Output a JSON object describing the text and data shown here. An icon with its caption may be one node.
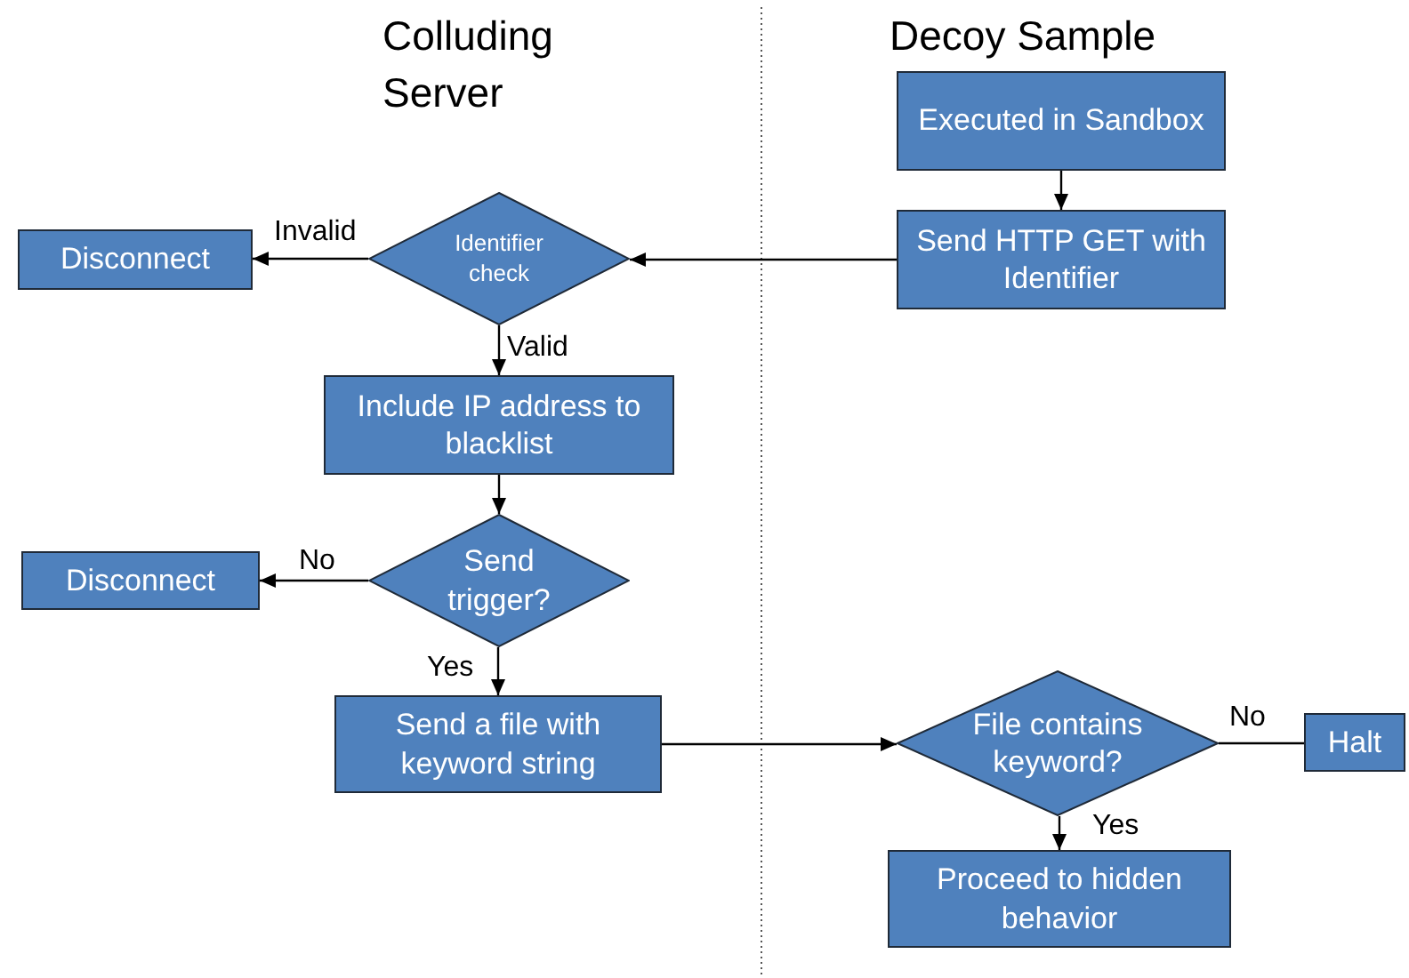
{
  "diagram": {
    "nodes": [
      {
        "text": [
          "Executed in Sandbox"
        ]
      },
      {
        "text": [
          "Send HTTP GET with Identifier"
        ]
      },
      {
        "text": [
          "Identifier check"
        ]
      },
      {
        "text": [
          "Disconnect"
        ]
      },
      {
        "text": [
          "Include IP address to blacklist"
        ]
      },
      {
        "text": [
          "Send trigger?"
        ]
      },
      {
        "text": [
          "Disconnect"
        ]
      },
      {
        "text": [
          "Send a file with keyword string"
        ]
      },
      {
        "text": [
          "File contains keyword?"
        ]
      },
      {
        "text": [
          "Halt"
        ]
      },
      {
        "text": [
          "Proceed to hidden behavior"
        ]
      }
    ],
    "edges": [
      {
        "from": 0,
        "to": 1,
        "arrow": "to"
      },
      {
        "from": 1,
        "to": 2,
        "arrow": "to"
      },
      {
        "from": 2,
        "to": 3,
        "label": "Invalid",
        "arrow": "to"
      },
      {
        "from": 2,
        "to": 4,
        "label": "Valid",
        "arrow": "to"
      },
      {
        "from": 4,
        "to": 5,
        "arrow": "to"
      },
      {
        "from": 5,
        "to": 6,
        "label": "No",
        "arrow": "to"
      },
      {
        "from": 5,
        "to": 7,
        "label": "Yes",
        "arrow": "to"
      },
      {
        "from": 7,
        "to": 8,
        "arrow": "to"
      },
      {
        "from": 8,
        "to": 9,
        "label": "No",
        "arrow": "none"
      },
      {
        "from": 8,
        "to": 10,
        "label": "Yes",
        "arrow": "to"
      }
    ],
    "labels": [
      "Colluding Server",
      "Decoy Sample"
    ]
  }
}
